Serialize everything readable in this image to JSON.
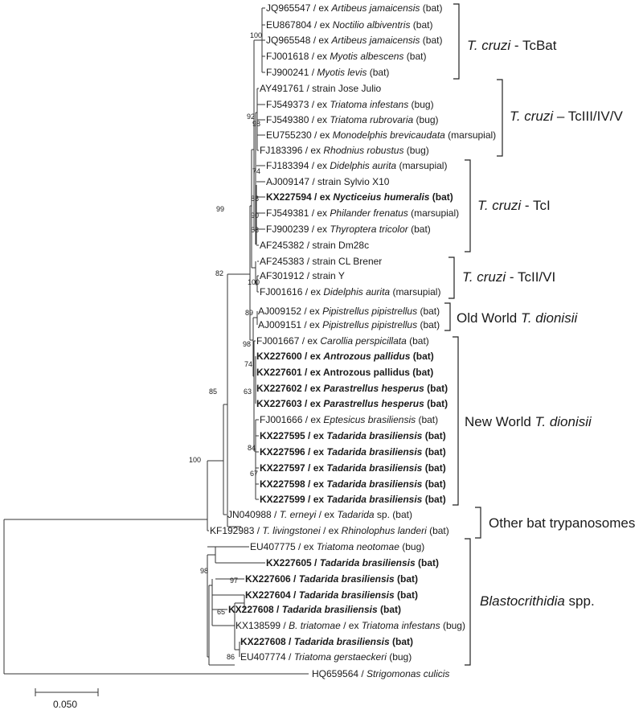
{
  "leaves": [
    {
      "parts": [
        {
          "t": "JQ965547 / ex "
        },
        {
          "t": "Artibeus jamaicensis",
          "i": true
        },
        {
          "t": " (bat)"
        }
      ]
    },
    {
      "parts": [
        {
          "t": "EU867804 / ex "
        },
        {
          "t": "Noctilio albiventris",
          "i": true
        },
        {
          "t": " (bat)"
        }
      ]
    },
    {
      "parts": [
        {
          "t": "JQ965548 / ex "
        },
        {
          "t": "Artibeus jamaicensis",
          "i": true
        },
        {
          "t": " (bat)"
        }
      ]
    },
    {
      "parts": [
        {
          "t": "FJ001618 / ex "
        },
        {
          "t": "Myotis albescens",
          "i": true
        },
        {
          "t": " (bat)"
        }
      ]
    },
    {
      "parts": [
        {
          "t": "FJ900241 / "
        },
        {
          "t": "Myotis levis",
          "i": true
        },
        {
          "t": " (bat)"
        }
      ]
    },
    {
      "parts": [
        {
          "t": "AY491761 / strain Jose Julio"
        }
      ]
    },
    {
      "parts": [
        {
          "t": "FJ549373 / ex "
        },
        {
          "t": "Triatoma infestans",
          "i": true
        },
        {
          "t": " (bug)"
        }
      ]
    },
    {
      "parts": [
        {
          "t": "FJ549380 / ex "
        },
        {
          "t": "Triatoma rubrovaria",
          "i": true
        },
        {
          "t": "  (bug)"
        }
      ]
    },
    {
      "parts": [
        {
          "t": "EU755230 / ex "
        },
        {
          "t": "Monodelphis brevicaudata",
          "i": true
        },
        {
          "t": " (marsupial)"
        }
      ]
    },
    {
      "parts": [
        {
          "t": "FJ183396 / ex "
        },
        {
          "t": "Rhodnius robustus",
          "i": true
        },
        {
          "t": " (bug)"
        }
      ]
    },
    {
      "parts": [
        {
          "t": "FJ183394 / ex "
        },
        {
          "t": "Didelphis aurita",
          "i": true
        },
        {
          "t": " (marsupial)"
        }
      ]
    },
    {
      "parts": [
        {
          "t": "AJ009147 / strain Sylvio X10"
        }
      ]
    },
    {
      "bold": true,
      "parts": [
        {
          "t": "KX227594 / ex "
        },
        {
          "t": "Nycticeius humeralis",
          "i": true
        },
        {
          "t": " (bat)"
        }
      ]
    },
    {
      "parts": [
        {
          "t": "FJ549381 / ex "
        },
        {
          "t": "Philander frenatus",
          "i": true
        },
        {
          "t": " (marsupial)"
        }
      ]
    },
    {
      "parts": [
        {
          "t": "FJ900239 / ex "
        },
        {
          "t": "Thyroptera tricolor",
          "i": true
        },
        {
          "t": " (bat)"
        }
      ]
    },
    {
      "parts": [
        {
          "t": "AF245382 / strain Dm28c"
        }
      ]
    },
    {
      "parts": [
        {
          "t": "AF245383 / strain CL Brener"
        }
      ]
    },
    {
      "parts": [
        {
          "t": "AF301912 / strain Y"
        }
      ]
    },
    {
      "parts": [
        {
          "t": "FJ001616 / ex "
        },
        {
          "t": "Didelphis aurita",
          "i": true
        },
        {
          "t": " (marsupial)"
        }
      ]
    },
    {
      "parts": [
        {
          "t": "AJ009152 / ex "
        },
        {
          "t": "Pipistrellus pipistrellus",
          "i": true
        },
        {
          "t": " (bat)"
        }
      ]
    },
    {
      "parts": [
        {
          "t": "AJ009151 / ex "
        },
        {
          "t": "Pipistrellus pipistrellus",
          "i": true
        },
        {
          "t": " (bat)"
        }
      ]
    },
    {
      "parts": [
        {
          "t": "FJ001667 / ex "
        },
        {
          "t": "Carollia perspicillata",
          "i": true
        },
        {
          "t": " (bat)"
        }
      ]
    },
    {
      "bold": true,
      "parts": [
        {
          "t": "KX227600 / ex "
        },
        {
          "t": "Antrozous pallidus",
          "i": true
        },
        {
          "t": " (bat)"
        }
      ]
    },
    {
      "bold": true,
      "parts": [
        {
          "t": "KX227601 / ex Antrozous pallidus (bat)"
        }
      ]
    },
    {
      "bold": true,
      "parts": [
        {
          "t": "KX227602 / ex "
        },
        {
          "t": "Parastrellus hesperus",
          "i": true
        },
        {
          "t": " (bat)"
        }
      ]
    },
    {
      "bold": true,
      "parts": [
        {
          "t": "KX227603 / ex "
        },
        {
          "t": "Parastrellus hesperus",
          "i": true
        },
        {
          "t": " (bat)"
        }
      ]
    },
    {
      "parts": [
        {
          "t": "FJ001666 / ex "
        },
        {
          "t": "Eptesicus brasiliensis",
          "i": true
        },
        {
          "t": " (bat)"
        }
      ]
    },
    {
      "bold": true,
      "parts": [
        {
          "t": "KX227595 / ex "
        },
        {
          "t": "Tadarida brasiliensis",
          "i": true
        },
        {
          "t": " (bat)"
        }
      ]
    },
    {
      "bold": true,
      "parts": [
        {
          "t": "KX227596 / ex "
        },
        {
          "t": "Tadarida brasiliensis",
          "i": true
        },
        {
          "t": " (bat)"
        }
      ]
    },
    {
      "bold": true,
      "parts": [
        {
          "t": "KX227597 / ex "
        },
        {
          "t": "Tadarida brasiliensis",
          "i": true
        },
        {
          "t": " (bat)"
        }
      ]
    },
    {
      "bold": true,
      "parts": [
        {
          "t": "KX227598 / ex "
        },
        {
          "t": "Tadarida brasiliensis",
          "i": true
        },
        {
          "t": " (bat)"
        }
      ]
    },
    {
      "bold": true,
      "parts": [
        {
          "t": "KX227599 / ex "
        },
        {
          "t": "Tadarida brasiliensis",
          "i": true
        },
        {
          "t": " (bat)"
        }
      ]
    },
    {
      "parts": [
        {
          "t": "JN040988 / "
        },
        {
          "t": "T. erneyi",
          "i": true
        },
        {
          "t": "  / ex "
        },
        {
          "t": "Tadarida",
          "i": true
        },
        {
          "t": " sp. (bat)"
        }
      ]
    },
    {
      "parts": [
        {
          "t": "KF192983 / "
        },
        {
          "t": "T. livingstonei",
          "i": true
        },
        {
          "t": "  / ex "
        },
        {
          "t": "Rhinolophus landeri",
          "i": true
        },
        {
          "t": " (bat)"
        }
      ]
    },
    {
      "parts": [
        {
          "t": "EU407775 / ex "
        },
        {
          "t": "Triatoma neotomae",
          "i": true
        },
        {
          "t": " (bug)"
        }
      ]
    },
    {
      "bold": true,
      "parts": [
        {
          "t": "KX227605 / "
        },
        {
          "t": "Tadarida brasiliensis",
          "i": true
        },
        {
          "t": " (bat)"
        }
      ]
    },
    {
      "bold": true,
      "parts": [
        {
          "t": "KX227606 / "
        },
        {
          "t": "Tadarida brasiliensis",
          "i": true
        },
        {
          "t": " (bat)"
        }
      ]
    },
    {
      "bold": true,
      "parts": [
        {
          "t": "KX227604 / "
        },
        {
          "t": "Tadarida brasiliensis",
          "i": true
        },
        {
          "t": " (bat)"
        }
      ]
    },
    {
      "bold": true,
      "parts": [
        {
          "t": "KX227608 / "
        },
        {
          "t": "Tadarida brasiliensis",
          "i": true
        },
        {
          "t": " (bat)"
        }
      ]
    },
    {
      "parts": [
        {
          "t": "KX138599 / "
        },
        {
          "t": "B. triatomae",
          "i": true
        },
        {
          "t": " / ex "
        },
        {
          "t": "Triatoma infestans",
          "i": true
        },
        {
          "t": " (bug)"
        }
      ]
    },
    {
      "bold": true,
      "parts": [
        {
          "t": "KX227608 / "
        },
        {
          "t": "Tadarida brasiliensis",
          "i": true
        },
        {
          "t": " (bat)"
        }
      ]
    },
    {
      "parts": [
        {
          "t": "EU407774 / "
        },
        {
          "t": "Triatoma gerstaeckeri",
          "i": true
        },
        {
          "t": " (bug)"
        }
      ]
    },
    {
      "parts": [
        {
          "t": "HQ659564 / "
        },
        {
          "t": "Strigomonas culicis",
          "i": true
        }
      ]
    }
  ],
  "bootstrap": [
    "100",
    "92",
    "98",
    "74",
    "88",
    "90",
    "63",
    "100",
    "99",
    "82",
    "89",
    "98",
    "74",
    "63",
    "84",
    "67",
    "85",
    "100",
    "98",
    "97",
    "65",
    "86"
  ],
  "clades": [
    {
      "parts": [
        {
          "t": "T. cruzi",
          "i": true
        },
        {
          "t": " - TcBat"
        }
      ]
    },
    {
      "parts": [
        {
          "t": "T. cruzi",
          "i": true
        },
        {
          "t": " – TcIII/IV/V"
        }
      ]
    },
    {
      "parts": [
        {
          "t": "T. cruzi",
          "i": true
        },
        {
          "t": " - TcI"
        }
      ]
    },
    {
      "parts": [
        {
          "t": "T. cruzi",
          "i": true
        },
        {
          "t": " - TcII/VI"
        }
      ]
    },
    {
      "parts": [
        {
          "t": "Old World "
        },
        {
          "t": "T. dionisii",
          "i": true
        }
      ]
    },
    {
      "parts": [
        {
          "t": "New World "
        },
        {
          "t": "T. dionisii",
          "i": true
        }
      ]
    },
    {
      "parts": [
        {
          "t": "Other bat trypanosomes"
        }
      ]
    },
    {
      "parts": [
        {
          "t": "Blastocrithidia",
          "i": true
        },
        {
          "t": " spp."
        }
      ]
    }
  ],
  "scale_bar": {
    "label": "0.050"
  }
}
